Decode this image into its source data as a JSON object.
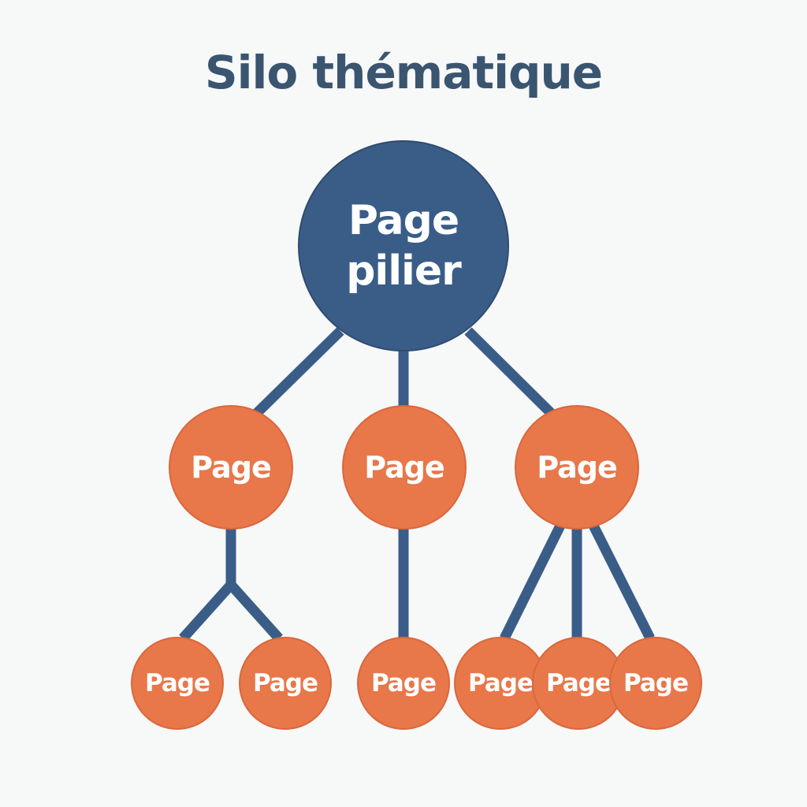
{
  "title": "Silo thématique",
  "colors": {
    "title": "#3a5570",
    "root_fill": "#3a5d88",
    "node_fill": "#e8774a",
    "edge": "#3a5d88",
    "background": "#f7f8f8"
  },
  "root": {
    "label_line1": "Page",
    "label_line2": "pilier"
  },
  "children": [
    {
      "label": "Page"
    },
    {
      "label": "Page"
    },
    {
      "label": "Page"
    }
  ],
  "leaves": [
    {
      "label": "Page",
      "parent": 0
    },
    {
      "label": "Page",
      "parent": 0
    },
    {
      "label": "Page",
      "parent": 1
    },
    {
      "label": "Page",
      "parent": 2
    },
    {
      "label": "Page",
      "parent": 2
    },
    {
      "label": "Page",
      "parent": 2
    }
  ]
}
